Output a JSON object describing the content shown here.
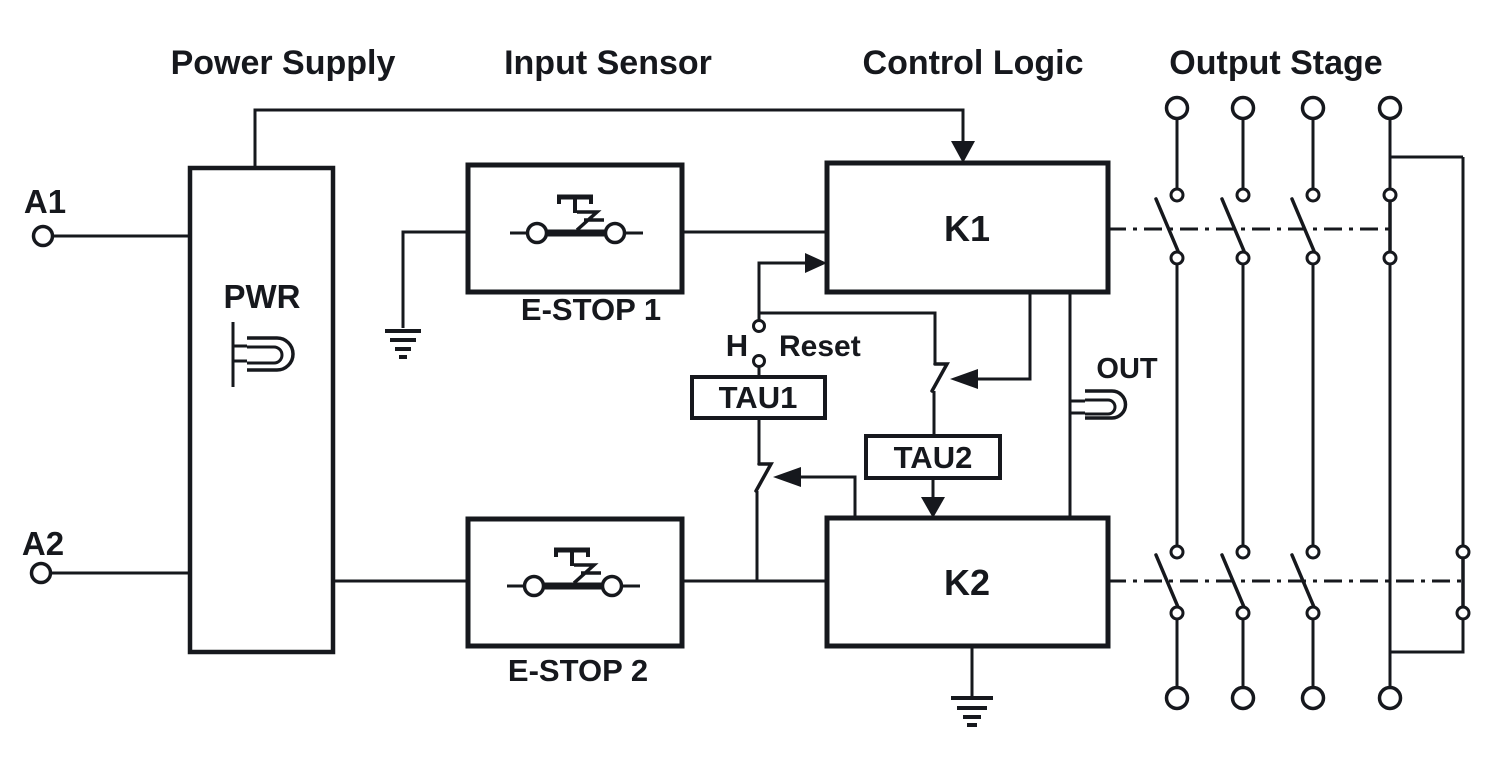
{
  "diagram": {
    "headers": [
      {
        "label": "Power Supply"
      },
      {
        "label": "Input Sensor"
      },
      {
        "label": "Control Logic"
      },
      {
        "label": "Output Stage"
      }
    ],
    "terminals": {
      "a1": "A1",
      "a2": "A2"
    },
    "blocks": {
      "power_supply": {
        "label": "PWR"
      },
      "estop1": {
        "label": "E-STOP 1"
      },
      "estop2": {
        "label": "E-STOP 2"
      },
      "k1": {
        "label": "K1"
      },
      "k2": {
        "label": "K2"
      },
      "tau1": {
        "label": "TAU1"
      },
      "tau2": {
        "label": "TAU2"
      }
    },
    "labels": {
      "reset": "Reset",
      "out": "OUT",
      "manual_actuator": "H"
    },
    "colors": {
      "line": "#16181d",
      "background": "#ffffff"
    }
  }
}
